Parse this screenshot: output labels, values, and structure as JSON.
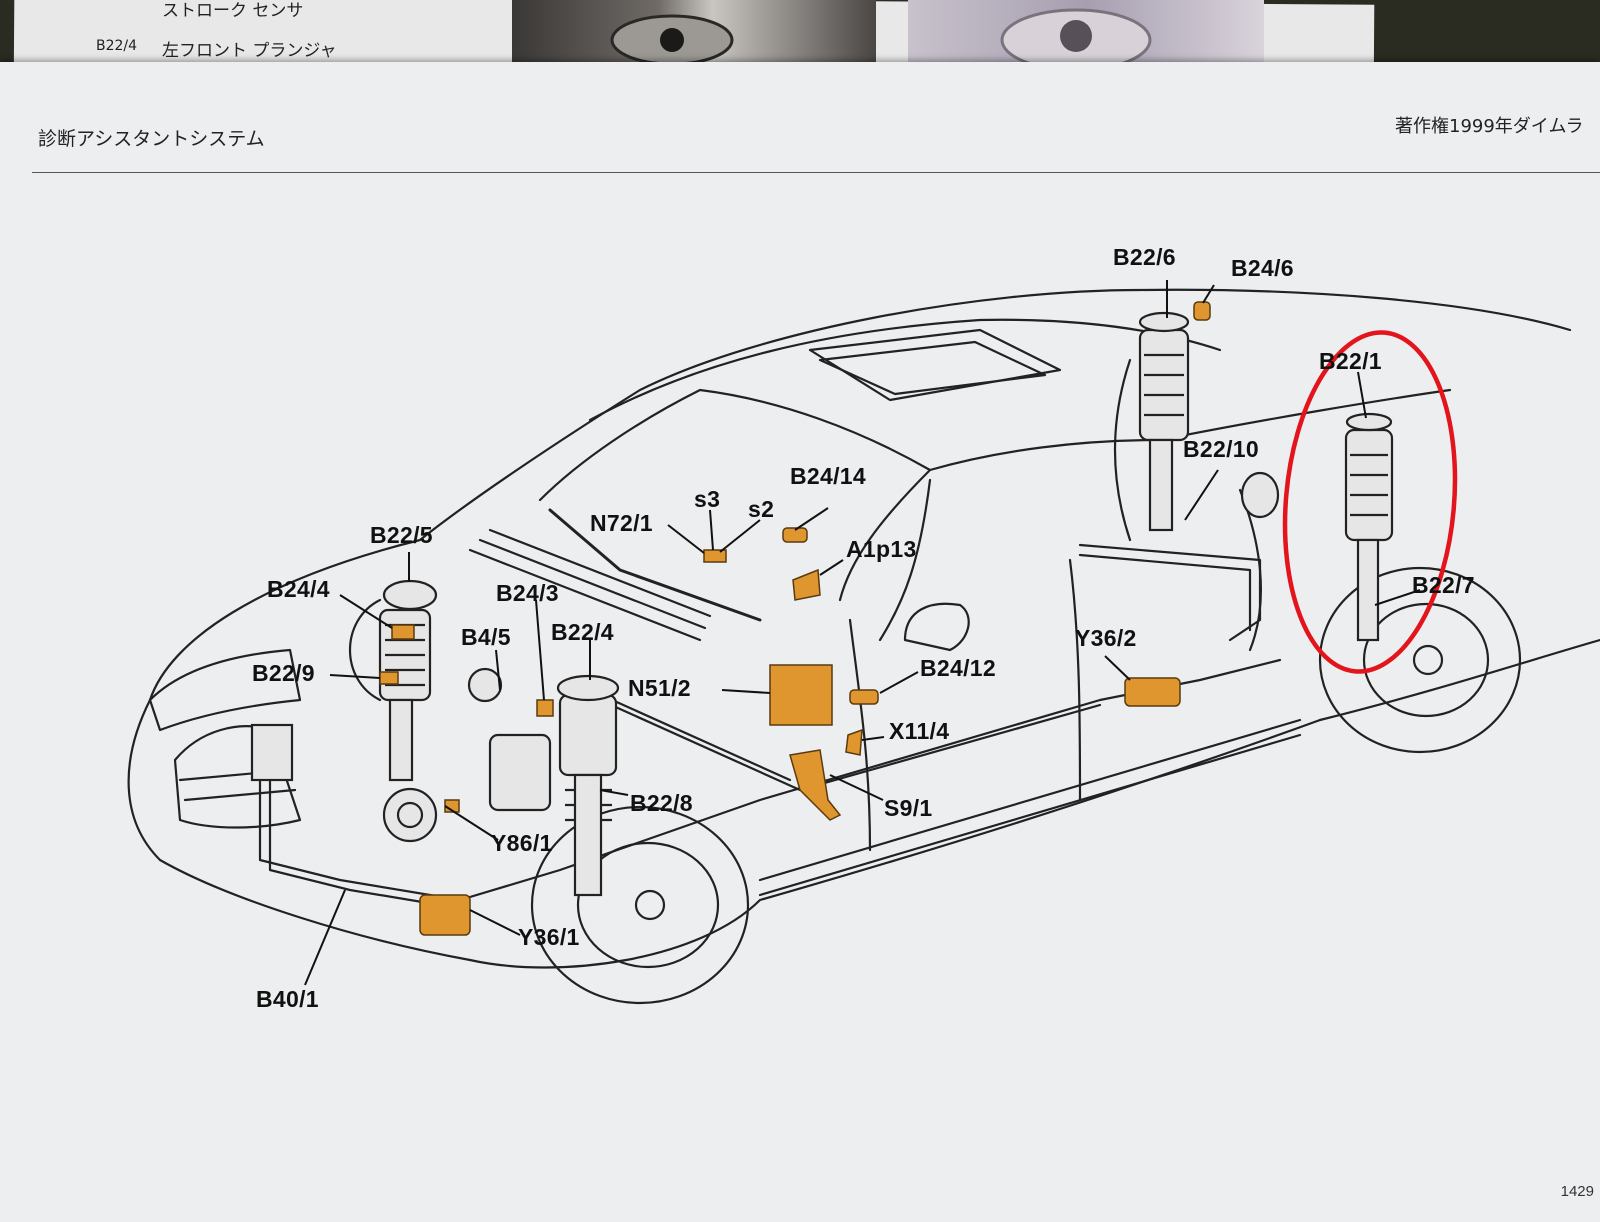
{
  "underlying_page": {
    "text_line_1": "ストローク センサ",
    "code": "B22/4",
    "text_line_2": "左フロント プランジャ",
    "text_line_3": "ストローク センサ"
  },
  "header": {
    "title": "診断アシスタントシステム",
    "copyright": "著作権1999年ダイムラ"
  },
  "page_fragment": "1429",
  "colors": {
    "component_orange": "#e0962e",
    "highlight_red": "#e3141c",
    "line": "#222222",
    "paper": "#eceef0"
  },
  "labels": {
    "b22_6": "B22/6",
    "b24_6": "B24/6",
    "b22_1": "B22/1",
    "b22_10": "B22/10",
    "b22_7": "B22/7",
    "b24_14": "B24/14",
    "s3": "s3",
    "s2": "s2",
    "n72_1": "N72/1",
    "a1p13": "A1p13",
    "b22_5": "B22/5",
    "b24_4": "B24/4",
    "b24_3": "B24/3",
    "b22_4": "B22/4",
    "b4_5": "B4/5",
    "b22_9": "B22/9",
    "n51_2": "N51/2",
    "b24_12": "B24/12",
    "y36_2": "Y36/2",
    "x11_4": "X11/4",
    "b22_8": "B22/8",
    "s9_1": "S9/1",
    "y86_1": "Y86/1",
    "y36_1": "Y36/1",
    "b40_1": "B40/1"
  }
}
